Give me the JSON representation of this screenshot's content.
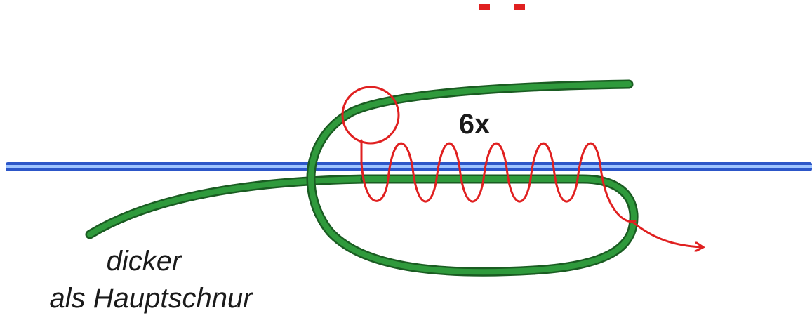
{
  "diagram": {
    "wrap_count_label": "6x",
    "caption": {
      "line1": "dicker",
      "line2": "als Hauptschnur"
    },
    "colors": {
      "main_line": "#1f5fd0",
      "main_line_highlight": "#9ec4ff",
      "leader_line": "#2a8a35",
      "leader_line_dark": "#1a5c22",
      "wrap_line": "#e02020",
      "text": "#1a1a1a"
    }
  }
}
